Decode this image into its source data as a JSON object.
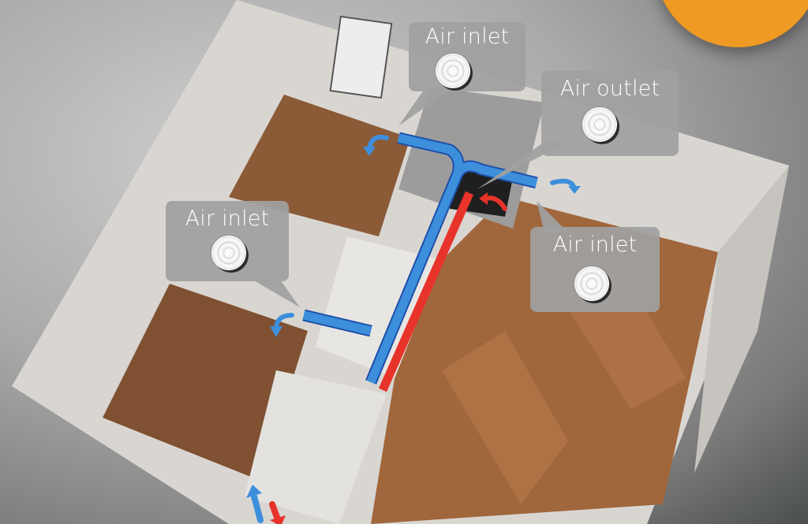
{
  "scene": {
    "description": "Top-down 3D render of a house floor plan showing a ventilation duct system",
    "colors": {
      "supply_duct": "#3d8fdc",
      "exhaust_duct": "#e8332b",
      "callout_bg": "#a0a0a0",
      "callout_text": "#ffffff",
      "accent_circle": "#ef9a22",
      "floor": "#8a5a3a"
    }
  },
  "callouts": [
    {
      "label": "Air inlet",
      "icon": "ceiling-diffuser-icon"
    },
    {
      "label": "Air outlet",
      "icon": "ceiling-diffuser-icon"
    },
    {
      "label": "Air inlet",
      "icon": "ceiling-diffuser-icon"
    },
    {
      "label": "Air inlet",
      "icon": "ceiling-diffuser-icon"
    }
  ],
  "arrows": [
    {
      "type": "supply",
      "color": "blue",
      "location": "top-left room"
    },
    {
      "type": "supply",
      "color": "blue",
      "location": "right room"
    },
    {
      "type": "supply",
      "color": "blue",
      "location": "bottom-left room"
    },
    {
      "type": "exhaust",
      "color": "red",
      "location": "bathroom"
    },
    {
      "type": "intake",
      "color": "blue",
      "location": "outside bottom"
    },
    {
      "type": "exhaust",
      "color": "red",
      "location": "outside bottom"
    }
  ]
}
